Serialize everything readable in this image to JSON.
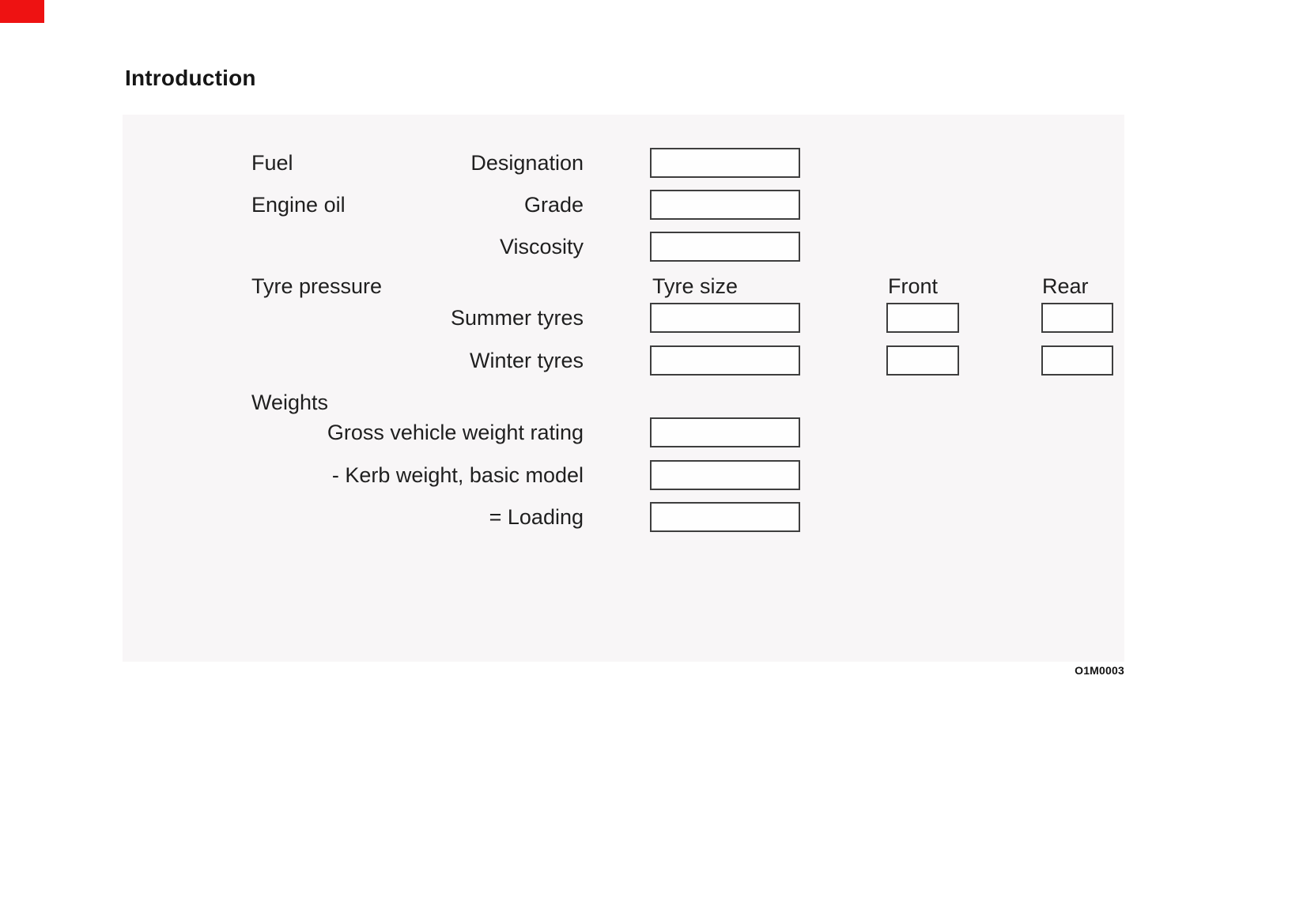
{
  "page": {
    "title": "Introduction",
    "figure_code": "O1M0003",
    "background": "#ffffff"
  },
  "marker": {
    "color": "#ee1212"
  },
  "panel": {
    "background": "#f8f6f7",
    "box_border_color": "#3e3e3e"
  },
  "form": {
    "left_labels": {
      "fuel": "Fuel",
      "engine_oil": "Engine oil",
      "tyre_pressure": "Tyre pressure",
      "weights": "Weights"
    },
    "column_headers": {
      "tyre_size": "Tyre size",
      "front": "Front",
      "rear": "Rear"
    },
    "fields": {
      "designation": {
        "label": "Designation",
        "value": ""
      },
      "grade": {
        "label": "Grade",
        "value": ""
      },
      "viscosity": {
        "label": "Viscosity",
        "value": ""
      },
      "summer_tyres": {
        "label": "Summer tyres",
        "value": "",
        "front_value": "",
        "rear_value": ""
      },
      "winter_tyres": {
        "label": "Winter tyres",
        "value": "",
        "front_value": "",
        "rear_value": ""
      },
      "gross_vehicle_weight_rating": {
        "label": "Gross vehicle weight rating",
        "value": ""
      },
      "kerb_weight_basic_model": {
        "label": "- Kerb weight, basic model",
        "value": ""
      },
      "loading": {
        "label": "= Loading",
        "value": ""
      }
    }
  }
}
